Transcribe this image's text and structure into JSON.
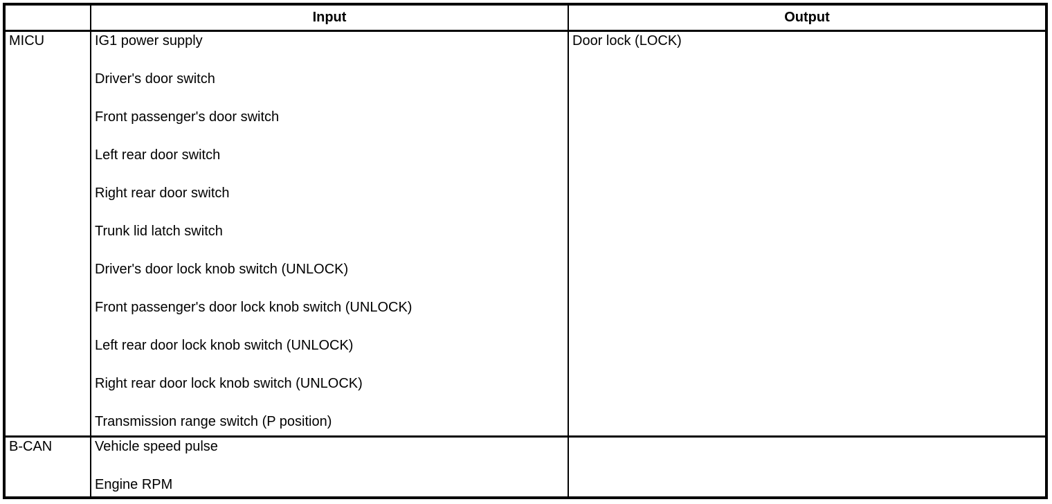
{
  "document": {
    "background_color": "#ffffff",
    "border_color": "#000000",
    "text_color": "#000000"
  },
  "table": {
    "columns": [
      {
        "key": "source",
        "label": ""
      },
      {
        "key": "input",
        "label": "Input"
      },
      {
        "key": "output",
        "label": "Output"
      }
    ],
    "rows": [
      {
        "source": "MICU",
        "inputs": [
          "IG1 power supply",
          "Driver's door switch",
          "Front passenger's door switch",
          "Left rear door switch",
          "Right rear door switch",
          "Trunk lid latch switch",
          "Driver's door lock knob switch (UNLOCK)",
          "Front passenger's door lock knob switch (UNLOCK)",
          "Left rear door lock knob switch (UNLOCK)",
          "Right rear door lock knob switch (UNLOCK)",
          "Transmission range switch (P position)"
        ],
        "outputs": [
          "Door lock (LOCK)"
        ]
      },
      {
        "source": "B-CAN",
        "inputs": [
          "Vehicle speed pulse",
          "Engine RPM"
        ],
        "outputs": []
      }
    ]
  }
}
